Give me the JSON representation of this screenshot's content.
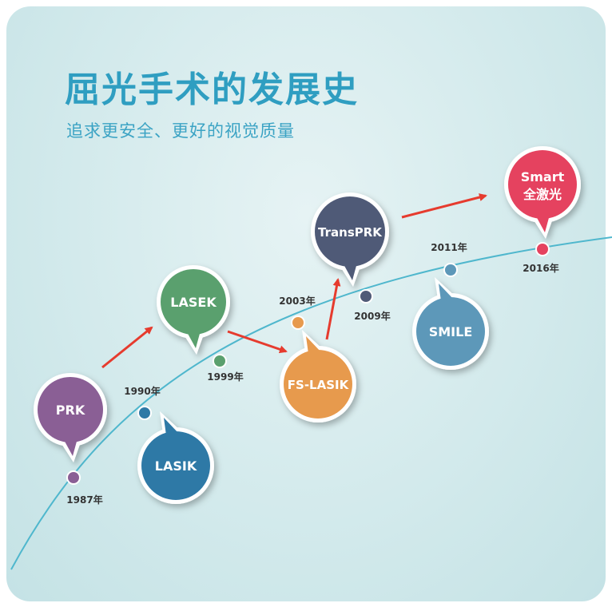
{
  "title": "屈光手术的发展史",
  "subtitle": "追求更安全、更好的视觉质量",
  "milestones": [
    {
      "year": "1987年",
      "name": "PRK",
      "color": "#8a5f95"
    },
    {
      "year": "1990年",
      "name": "LASIK",
      "color": "#2e79a6"
    },
    {
      "year": "1999年",
      "name": "LASEK",
      "color": "#5aa06e"
    },
    {
      "year": "2003年",
      "name": "FS-LASIK",
      "color": "#e79a4e"
    },
    {
      "year": "2009年",
      "name": "TransPRK",
      "color": "#4f5a77"
    },
    {
      "year": "2011年",
      "name": "SMILE",
      "color": "#5d98b9"
    },
    {
      "year": "2016年",
      "name": "Smart",
      "name2": "全激光",
      "color": "#e5425f"
    }
  ],
  "colors": {
    "title": "#2f9ec1",
    "timeline": "#4fb7cd",
    "arrow": "#e63b2e"
  }
}
